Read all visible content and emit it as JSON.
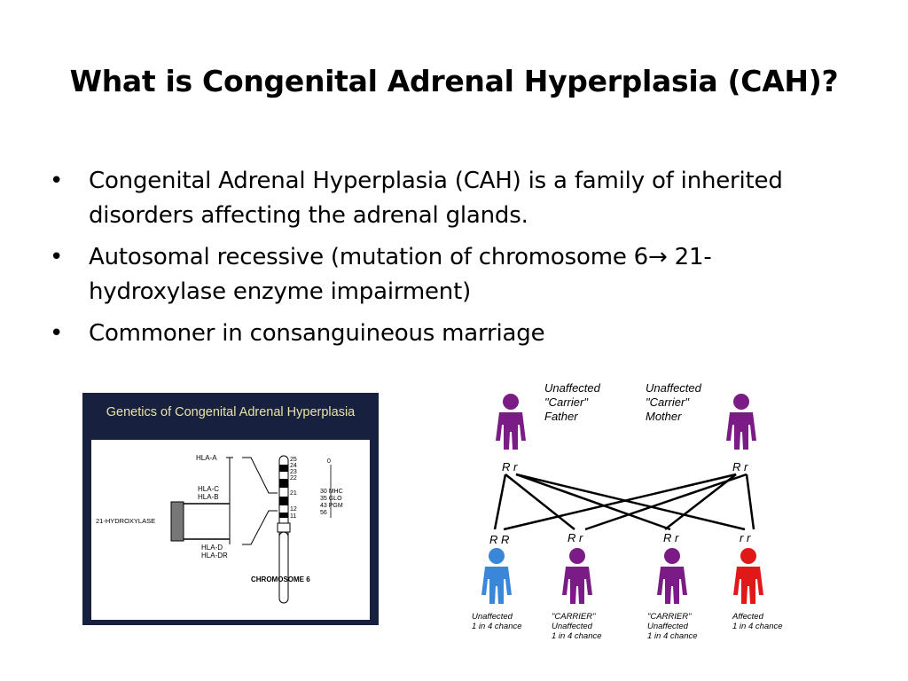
{
  "slide": {
    "title": "What is Congenital Adrenal Hyperplasia (CAH)?",
    "bullets": [
      {
        "line1": "Congenital Adrenal Hyperplasia (CAH) is a family of inherited",
        "line2": "disorders affecting the adrenal glands."
      },
      {
        "line1": "Autosomal recessive (mutation of chromosome 6→ 21-",
        "line2": "hydroxylase enzyme impairment)"
      },
      {
        "line1": "Commoner in consanguineous marriage",
        "line2": ""
      }
    ],
    "bullet_symbol": "•"
  },
  "figure1": {
    "title": "Genetics of Congenital Adrenal Hyperplasia",
    "labels": {
      "hla_a": "HLA-A",
      "hla_c": "HLA-C",
      "hla_b": "HLA-B",
      "hydroxylase": "21-HYDROXYLASE",
      "hla_d": "HLA-D",
      "hla_dr": "HLA-DR",
      "chromosome": "CHROMOSOME 6",
      "bands": [
        "25",
        "24",
        "23",
        "22",
        "21",
        "12",
        "11"
      ],
      "markers": [
        "30 MHC",
        "35 GLO",
        "43 PGM",
        "56"
      ],
      "top_marker": "0"
    }
  },
  "figure2": {
    "father": {
      "status": "Unaffected",
      "carrier": "\"Carrier\"",
      "role": "Father",
      "alleles": "R r"
    },
    "mother": {
      "status": "Unaffected",
      "carrier": "\"Carrier\"",
      "role": "Mother",
      "alleles": "R r"
    },
    "children": [
      {
        "alleles": "R R",
        "line1": "Unaffected",
        "line2": "1 in 4 chance",
        "line3": "",
        "color": "#3a86d8"
      },
      {
        "alleles": "R r",
        "line1": "\"CARRIER\"",
        "line2": "Unaffected",
        "line3": "1 in 4 chance",
        "color": "#7b1c86"
      },
      {
        "alleles": "R r",
        "line1": "\"CARRIER\"",
        "line2": "Unaffected",
        "line3": "1 in 4 chance",
        "color": "#7b1c86"
      },
      {
        "alleles": "r r",
        "line1": "Affected",
        "line2": "1 in 4 chance",
        "line3": "",
        "color": "#e01818"
      }
    ],
    "parent_color": "#7b1c86"
  }
}
